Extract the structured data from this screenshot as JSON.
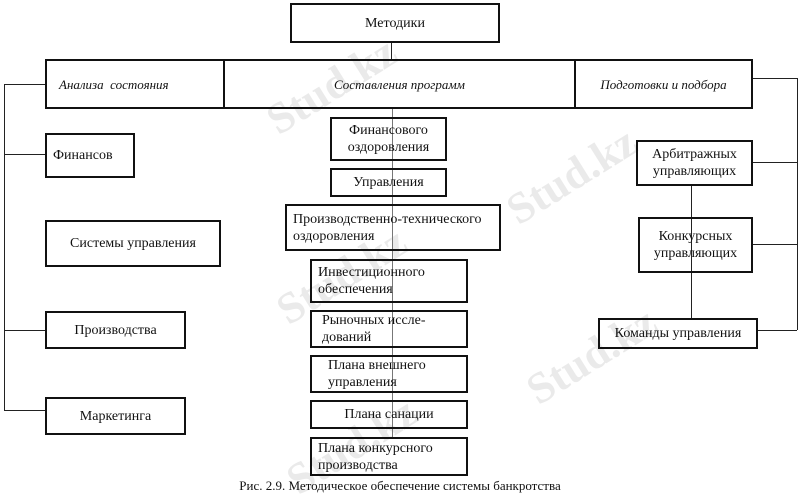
{
  "root": "Методики",
  "categories": [
    "Анализа  состояния",
    "Составления программ",
    "Подготовки и подбора"
  ],
  "analysis": [
    "Финансов",
    "Системы управления",
    "Производства",
    "Маркетинга"
  ],
  "programs": [
    [
      "Финансового",
      "оздоровления"
    ],
    [
      "Управления"
    ],
    [
      "Производственно-технического",
      "оздоровления"
    ],
    [
      "Инвестиционного",
      "обеспечения"
    ],
    [
      "Рыночных иссле-",
      "дований"
    ],
    [
      "Плана внешнего",
      "управления"
    ],
    [
      "Плана санации"
    ],
    [
      "Плана конкурсного",
      "производства"
    ]
  ],
  "preparation": [
    [
      "Арбитражных",
      "управляющих"
    ],
    [
      "Конкурсных",
      "управляющих"
    ],
    [
      "Команды управления"
    ]
  ],
  "caption": "Рис. 2.9. Методическое обеспечение системы банкротства",
  "watermark": "Stud.kz"
}
